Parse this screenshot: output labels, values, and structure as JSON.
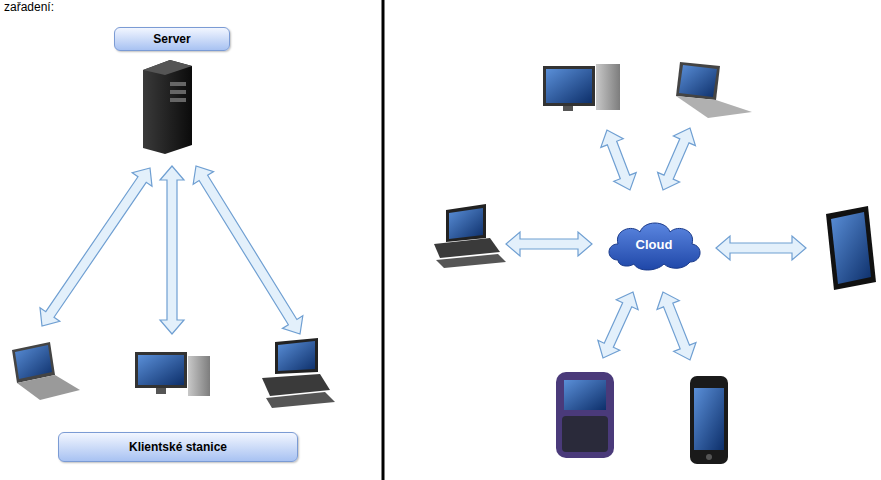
{
  "diagram": {
    "nodes": [
      {
        "text": [
          "Server"
        ]
      },
      {
        "text": [
          "Klientské stanice"
        ]
      },
      {
        "text": [
          "Cloud"
        ]
      }
    ],
    "labels": [
      "zařadení:"
    ]
  }
}
